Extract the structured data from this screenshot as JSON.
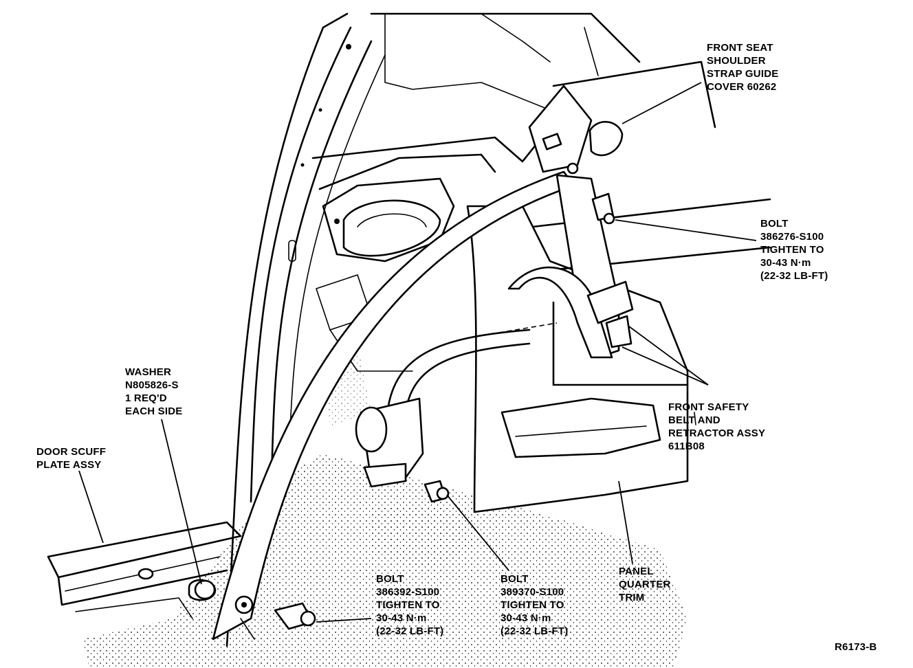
{
  "figure_code": "R6173-B",
  "labels": {
    "guide_cover": [
      "FRONT SEAT",
      "SHOULDER",
      "STRAP GUIDE",
      "COVER 60262"
    ],
    "bolt_upper": [
      "BOLT",
      "386276-S100",
      "TIGHTEN TO",
      "30-43 N·m",
      "(22-32 LB-FT)"
    ],
    "belt_retractor": [
      "FRONT SAFETY",
      "BELT AND",
      "RETRACTOR ASSY",
      "611B08"
    ],
    "washer": [
      "WASHER",
      "N805826-S",
      "1 REQ'D",
      "EACH SIDE"
    ],
    "scuff_plate": [
      "DOOR SCUFF",
      "PLATE ASSY"
    ],
    "bolt_lower_left": [
      "BOLT",
      "386392-S100",
      "TIGHTEN TO",
      "30-43 N·m",
      "(22-32 LB-FT)"
    ],
    "bolt_lower_mid": [
      "BOLT",
      "389370-S100",
      "TIGHTEN TO",
      "30-43 N·m",
      "(22-32 LB-FT)"
    ],
    "panel_trim": [
      "PANEL",
      "QUARTER",
      "TRIM"
    ]
  }
}
